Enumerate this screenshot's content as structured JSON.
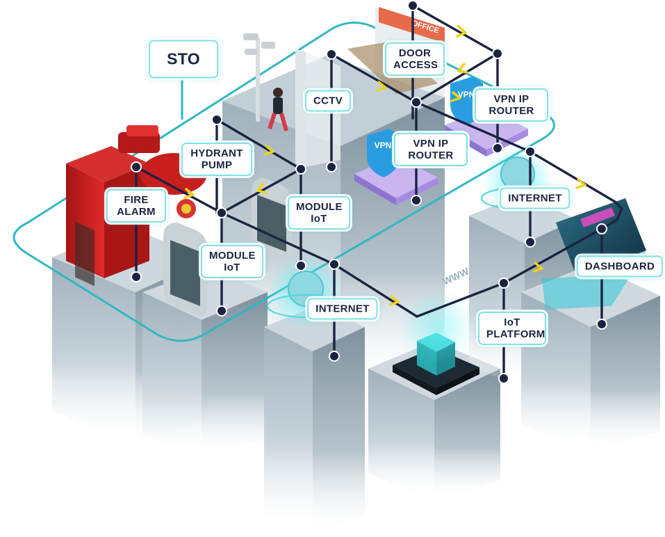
{
  "title": "STO",
  "labels": {
    "sto": "STO",
    "door_access": "DOOR ACCESS",
    "cctv": "CCTV",
    "vpn_router_a": "VPN IP ROUTER",
    "vpn_router_b": "VPN IP ROUTER",
    "hydrant_pump": "HYDRANT PUMP",
    "fire_alarm": "FIRE ALARM",
    "module_iot_a": "MODULE IoT",
    "module_iot_b": "MODULE IoT",
    "internet_a": "INTERNET",
    "internet_b": "INTERNET",
    "iot_platform": "IoT PLATFORM",
    "dashboard": "DASHBOARD"
  },
  "device_text": {
    "office_sign": "OFFICE",
    "vpn_a": "VPN",
    "vpn_b": "VPN",
    "www": "WWW"
  },
  "colors": {
    "line": "#1b2340",
    "accent": "#f0d21a",
    "cyan": "#2fb7c4",
    "label_border": "#7fe3e6",
    "red_equipment": "#c81e1e"
  }
}
